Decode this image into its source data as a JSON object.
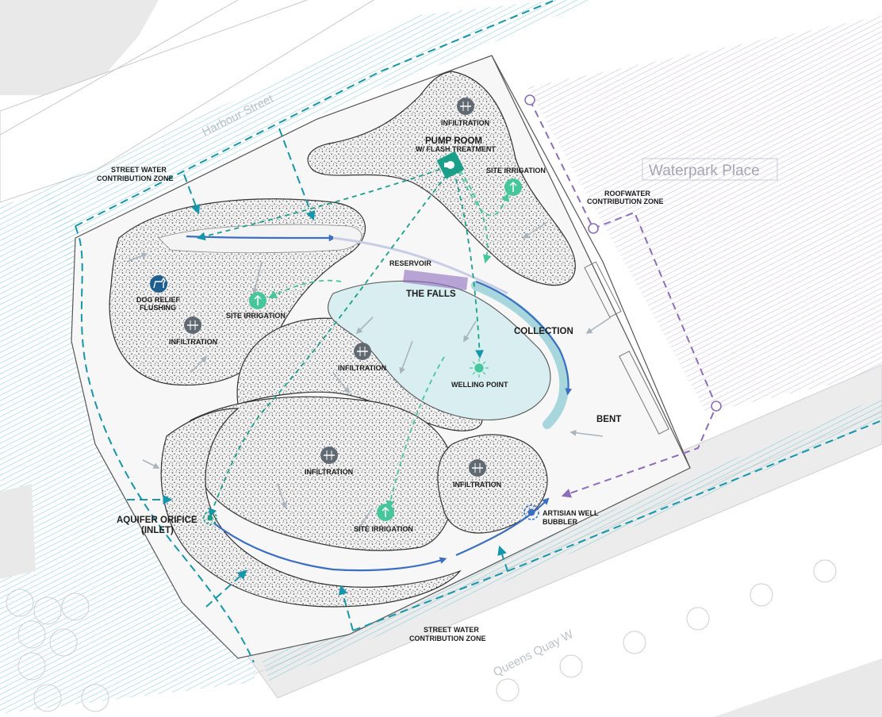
{
  "labels": {
    "infiltration": "INFILTRATION",
    "pump_room": "PUMP ROOM",
    "flash_treatment": "W/ FLASH TREATMENT",
    "site_irrigation": "SITE IRRIGATION",
    "street_water_zone_line1": "STREET WATER",
    "street_water_zone_line2": "CONTRIBUTION ZONE",
    "roof_water_zone_line1": "ROOFWATER",
    "roof_water_zone_line2": "CONTRIBUTION ZONE",
    "reservoir": "RESERVOIR",
    "the_falls": "THE FALLS",
    "collection": "COLLECTION",
    "dog_relief_line1": "DOG RELIEF",
    "dog_relief_line2": "FLUSHING",
    "welling_point": "WELLING POINT",
    "bent": "BENT",
    "aquifer_line1": "AQUIFER ORIFICE",
    "aquifer_line2": "(INLET)",
    "artisian_line1": "ARTISIAN WELL",
    "artisian_line2": "BUBBLER"
  },
  "streets": {
    "harbour": "Harbour Street",
    "queens_quay": "Queens Quay W",
    "waterpark": "Waterpark Place"
  },
  "colors": {
    "street_water": "#1596ab",
    "roof_water": "#8e6dbd",
    "irrigation": "#45c79b",
    "infiltration": "#616a73",
    "flow": "#3a6fc2",
    "pond": "#d8eef1",
    "pump": "#1aa08a"
  }
}
